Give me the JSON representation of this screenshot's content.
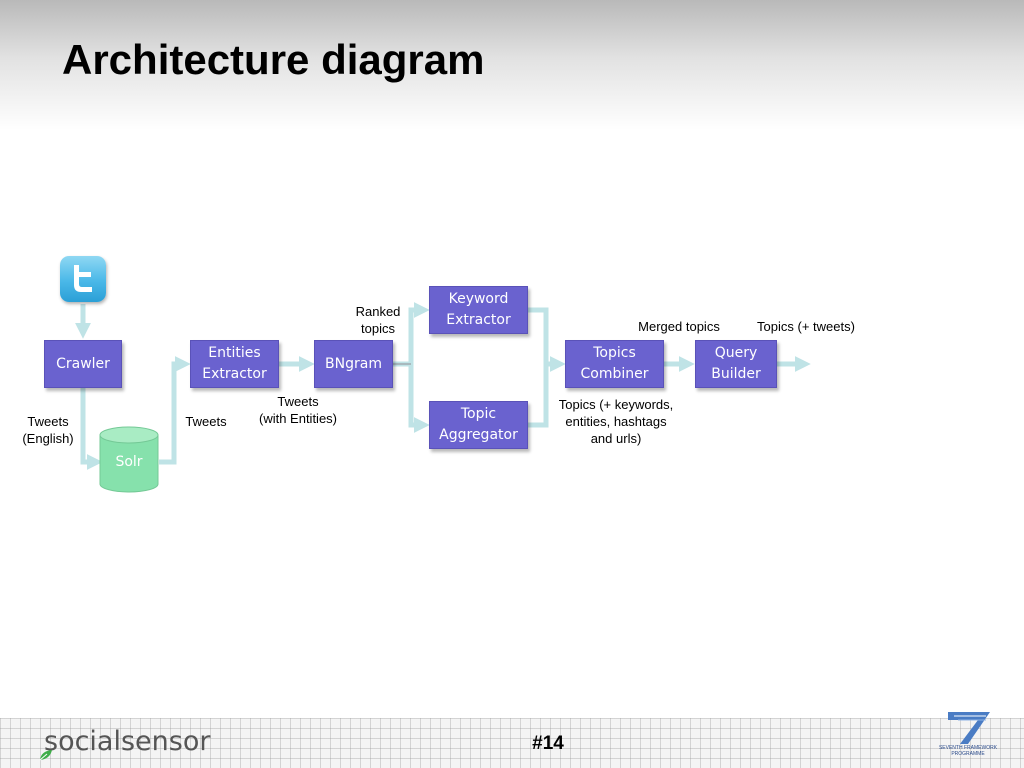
{
  "slide": {
    "title": "Architecture diagram",
    "number": "#14"
  },
  "footer": {
    "brand": "socialsensor",
    "logo_right_text": "SEVENTH FRAMEWORK\nPROGRAMME"
  },
  "diagram": {
    "nodes": {
      "crawler": "Crawler",
      "solr": "Solr",
      "entities_extractor": "Entities\nExtractor",
      "bngram": "BNgram",
      "keyword_extractor": "Keyword\nExtractor",
      "topic_aggregator": "Topic\nAggregator",
      "topics_combiner": "Topics\nCombiner",
      "query_builder": "Query\nBuilder"
    },
    "edge_labels": {
      "tweets_english": "Tweets\n(English)",
      "tweets": "Tweets",
      "tweets_with_entities": "Tweets\n(with Entities)",
      "ranked_topics": "Ranked\ntopics",
      "topics_keywords": "Topics (+ keywords,\nentities, hashtags\nand urls)",
      "merged_topics": "Merged topics",
      "topics_tweets": "Topics (+ tweets)"
    }
  },
  "colors": {
    "node_fill": "#6a62cf",
    "db_fill": "#86e1ac",
    "arrow": "#bfe3e6"
  },
  "icons": {
    "source": "twitter-icon"
  }
}
